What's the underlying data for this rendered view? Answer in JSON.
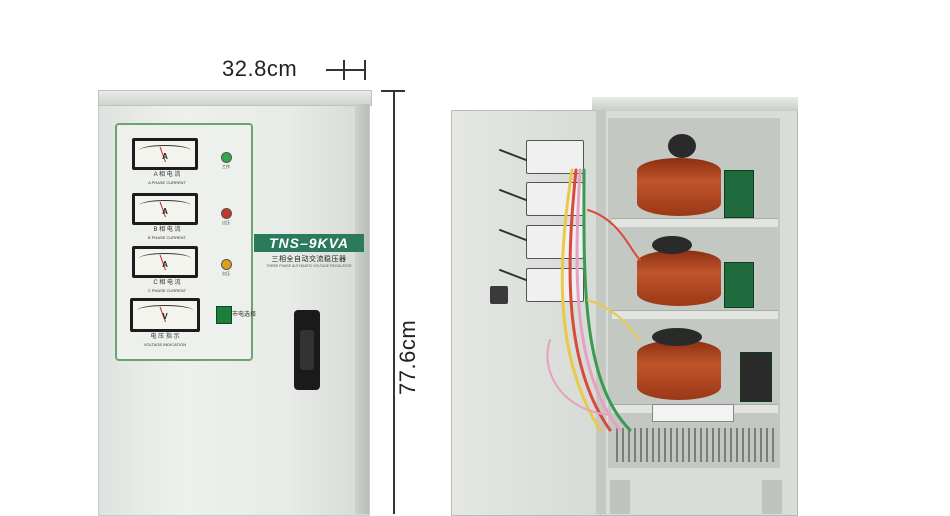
{
  "dimensions": {
    "width_label": "32.8cm",
    "height_label": "77.6cm"
  },
  "front_panel": {
    "meters": [
      {
        "unit": "A",
        "label_cn": "A 相 电 流",
        "label_en": "A PHASE CURRENT"
      },
      {
        "unit": "A",
        "label_cn": "B 相 电 流",
        "label_en": "B PHASE CURRENT"
      },
      {
        "unit": "A",
        "label_cn": "C 相 电 流",
        "label_en": "C PHASE CURRENT"
      },
      {
        "unit": "V",
        "label_cn": "电 压 指 示",
        "label_en": "VOLTAGE INDICATION"
      }
    ],
    "indicators": [
      {
        "color": "#2ea84a",
        "label": "工作"
      },
      {
        "color": "#c0392b",
        "label": "过压"
      },
      {
        "color": "#d8a21a",
        "label": "欠压"
      }
    ],
    "switch_label": "市电选择"
  },
  "brand": {
    "model": "TNS–9KVA",
    "subtitle": "三相全自动交流稳压器",
    "subtitle_en": "THREE PHASE AUTOMATIC VOLTAGE REGULATOR"
  },
  "colors": {
    "panel_border": "#6aa56f",
    "brand_bg": "#2b7a5e",
    "coil": "#b04a22",
    "cabinet": "#e6e9e5"
  }
}
